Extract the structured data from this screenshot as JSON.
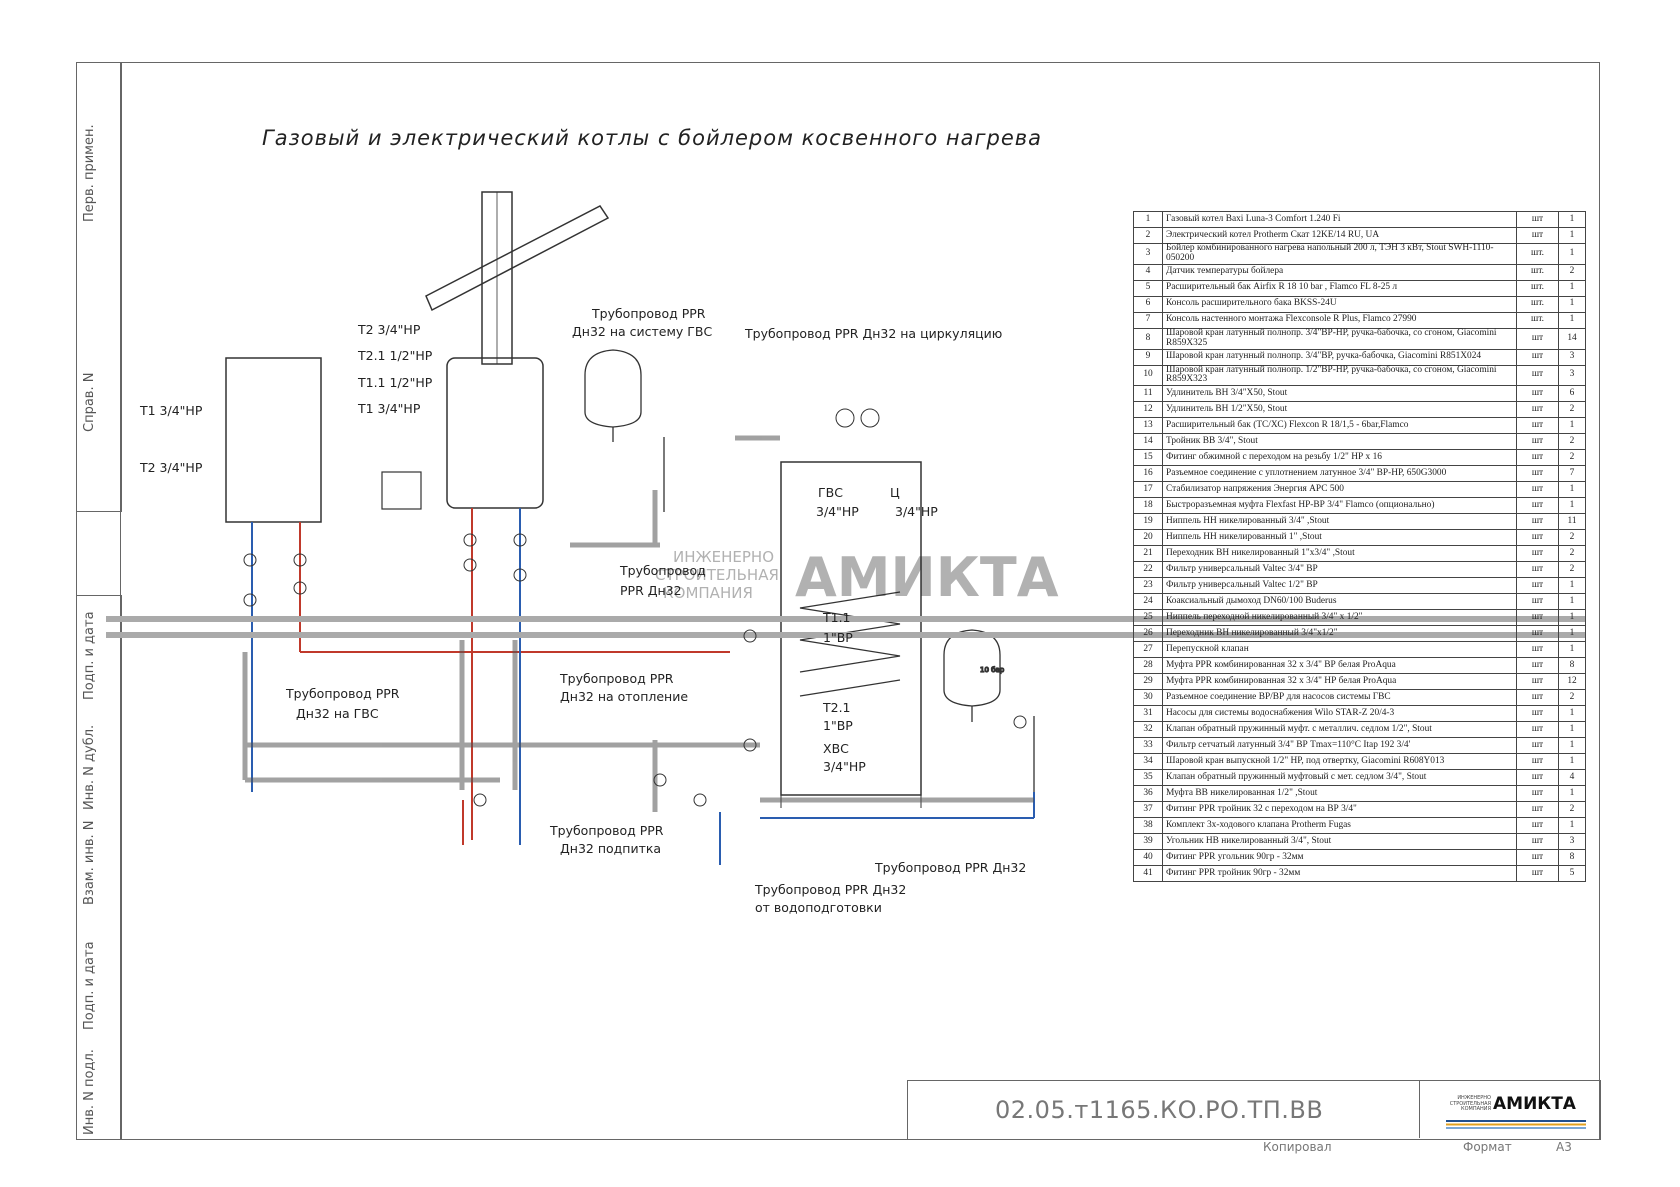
{
  "title": "Газовый и электрический котлы с бойлером косвенного нагрева",
  "side_stamp": [
    "Перв. примен.",
    "Справ. N",
    "Подп. и дата",
    "Инв. N дубл.",
    "Взам. инв. N",
    "Подп. и дата",
    "Инв. N подл."
  ],
  "watermark": {
    "line1": "ИНЖЕНЕРНО",
    "line2": "СТРОИТЕЛЬНАЯ",
    "line3": "КОМПАНИЯ",
    "brand": "АМИКТА"
  },
  "labels": {
    "t2_right": "Т2 3/4\"НР",
    "t21": "Т2.1 1/2\"НР",
    "t11": "Т1.1 1/2\"НР",
    "t1_right": "Т1 3/4\"НР",
    "t1_left": "Т1 3/4\"НР",
    "t2_left": "Т2 3/4\"НР",
    "ppr_gvs_1": "Трубопровод PPR",
    "ppr_gvs_2": "Дн32 на систему ГВС",
    "ppr_circ": "Трубопровод PPR Дн32 на циркуляцию",
    "gvs_1": "ГВС",
    "gvs_2": "3/4\"НР",
    "c_1": "Ц",
    "c_2": "3/4\"НР",
    "ppr_small_1": "Трубопровод",
    "ppr_small_2": "PPR Дн32",
    "t11_boiler_1": "Т1.1",
    "t11_boiler_2": "1\"ВР",
    "t21_boiler_1": "Т2.1",
    "t21_boiler_2": "1\"ВР",
    "xvs_1": "ХВС",
    "xvs_2": "3/4\"НР",
    "ppr_heat_1": "Трубопровод PPR",
    "ppr_heat_2": "Дн32 на отопление",
    "ppr_gvs_left_1": "Трубопровод PPR",
    "ppr_gvs_left_2": "Дн32 на ГВС",
    "ppr_feed_1": "Трубопровод PPR",
    "ppr_feed_2": "Дн32 подпитка",
    "ppr_dn32": "Трубопровод PPR Дн32",
    "ppr_water_1": "Трубопровод PPR Дн32",
    "ppr_water_2": "от водоподготовки",
    "tank_label": "10 бар"
  },
  "spec_rows": [
    {
      "n": "1",
      "d": "Газовый котел Baxi Luna-3 Comfort 1.240 Fi",
      "u": "шт",
      "q": "1"
    },
    {
      "n": "2",
      "d": "Электрический котел Protherm Скат 12KE/14 RU, UA",
      "u": "шт",
      "q": "1"
    },
    {
      "n": "3",
      "d": "Бойлер комбинированного нагрева напольный 200 л, ТЭН 3 кВт, Stout SWH-1110-050200",
      "u": "шт.",
      "q": "1"
    },
    {
      "n": "4",
      "d": "Датчик температуры бойлера",
      "u": "шт.",
      "q": "2"
    },
    {
      "n": "5",
      "d": "Расширительный бак Airfix R 18 10 bar , Flamco FL 8-25 л",
      "u": "шт.",
      "q": "1"
    },
    {
      "n": "6",
      "d": "Консоль расширительного бака BKSS-24U",
      "u": "шт.",
      "q": "1"
    },
    {
      "n": "7",
      "d": "Консоль настенного монтажа Flexconsole R Plus, Flamco 27990",
      "u": "шт.",
      "q": "1"
    },
    {
      "n": "8",
      "d": "Шаровой кран латунный полнопр. 3/4\"ВР-НР, ручка-бабочка, со сгоном, Giacomini R859X325",
      "u": "шт",
      "q": "14"
    },
    {
      "n": "9",
      "d": "Шаровой кран латунный полнопр. 3/4\"ВР, ручка-бабочка, Giacomini R851X024",
      "u": "шт",
      "q": "3"
    },
    {
      "n": "10",
      "d": "Шаровой кран латунный полнопр. 1/2\"ВР-НР, ручка-бабочка, со сгоном, Giacomini R859X323",
      "u": "шт",
      "q": "3"
    },
    {
      "n": "11",
      "d": "Удлинитель ВН 3/4\"Х50, Stout",
      "u": "шт",
      "q": "6"
    },
    {
      "n": "12",
      "d": "Удлинитель ВН 1/2\"Х50, Stout",
      "u": "шт",
      "q": "2"
    },
    {
      "n": "13",
      "d": "Расширительный бак (ТС/ХС) Flexcon R 18/1,5 - 6bar,Flamco",
      "u": "шт",
      "q": "1"
    },
    {
      "n": "14",
      "d": "Тройник ВВ 3/4\", Stout",
      "u": "шт",
      "q": "2"
    },
    {
      "n": "15",
      "d": "Фитинг обжимной с переходом на резьбу 1/2\" НР х 16",
      "u": "шт",
      "q": "2"
    },
    {
      "n": "16",
      "d": "Разъемное соединение с уплотнением латунное 3/4\" ВР-НР, 650G3000",
      "u": "шт",
      "q": "7"
    },
    {
      "n": "17",
      "d": "Стабилизатор напряжения Энергия АРС 500",
      "u": "шт",
      "q": "1"
    },
    {
      "n": "18",
      "d": "Быстроразъемная муфта Flexfast НР-ВР 3/4\" Flamco (опционально)",
      "u": "шт",
      "q": "1"
    },
    {
      "n": "19",
      "d": "Ниппель НН никелированный 3/4\" ,Stout",
      "u": "шт",
      "q": "11"
    },
    {
      "n": "20",
      "d": "Ниппель НН никелированный 1\" ,Stout",
      "u": "шт",
      "q": "2"
    },
    {
      "n": "21",
      "d": "Переходник ВН никелированный 1\"х3/4\" ,Stout",
      "u": "шт",
      "q": "2"
    },
    {
      "n": "22",
      "d": "Фильтр универсальный Valtec 3/4\" ВР",
      "u": "шт",
      "q": "2"
    },
    {
      "n": "23",
      "d": "Фильтр универсальный Valtec 1/2\" ВР",
      "u": "шт",
      "q": "1"
    },
    {
      "n": "24",
      "d": "Коаксиальный дымоход DN60/100 Buderus",
      "u": "шт",
      "q": "1"
    },
    {
      "n": "25",
      "d": "Ниппель переходной никелированный 3/4\" х 1/2\"",
      "u": "шт",
      "q": "1"
    },
    {
      "n": "26",
      "d": "Переходник ВН никелированный 3/4\"х1/2\"",
      "u": "шт",
      "q": "1"
    },
    {
      "n": "27",
      "d": "Перепускной клапан",
      "u": "шт",
      "q": "1"
    },
    {
      "n": "28",
      "d": "Муфта PPR комбинированная 32 х 3/4\" ВР белая ProAqua",
      "u": "шт",
      "q": "8"
    },
    {
      "n": "29",
      "d": "Муфта PPR комбинированная 32 х 3/4\" НР белая ProAqua",
      "u": "шт",
      "q": "12"
    },
    {
      "n": "30",
      "d": "Разъемное соединение ВР/ВР для насосов системы ГВС",
      "u": "шт",
      "q": "2"
    },
    {
      "n": "31",
      "d": "Насосы для системы водоснабжения Wilo STAR-Z 20/4-3",
      "u": "шт",
      "q": "1"
    },
    {
      "n": "32",
      "d": "Клапан обратный пружинный муфт. с металлич. седлом 1/2\", Stout",
      "u": "шт",
      "q": "1"
    },
    {
      "n": "33",
      "d": "Фильтр сетчатый латунный 3/4\" ВР Tmax=110°C Itap 192 3/4'",
      "u": "шт",
      "q": "1"
    },
    {
      "n": "34",
      "d": "Шаровой кран выпускной 1/2\" НР, под отвертку, Giacomini R608Y013",
      "u": "шт",
      "q": "1"
    },
    {
      "n": "35",
      "d": "Клапан обратный пружинный муфтовый с мет. седлом 3/4\", Stout",
      "u": "шт",
      "q": "4"
    },
    {
      "n": "36",
      "d": "Муфта ВВ никелированная 1/2\" ,Stout",
      "u": "шт",
      "q": "1"
    },
    {
      "n": "37",
      "d": "Фитинг PPR тройник 32 с переходом на ВР 3/4\"",
      "u": "шт",
      "q": "2"
    },
    {
      "n": "38",
      "d": "Комплект 3х-ходового клапана Protherm Fugas",
      "u": "шт",
      "q": "1"
    },
    {
      "n": "39",
      "d": "Угольник НВ никелированный 3/4\", Stout",
      "u": "шт",
      "q": "3"
    },
    {
      "n": "40",
      "d": "Фитинг PPR угольник 90гр - 32мм",
      "u": "шт",
      "q": "8"
    },
    {
      "n": "41",
      "d": "Фитинг PPR тройник 90гр - 32мм",
      "u": "шт",
      "q": "5"
    }
  ],
  "stamp": {
    "code": "02.05.т1165.КО.РО.ТП.ВВ",
    "logo_sub": "ИНЖЕНЕРНО СТРОИТЕЛЬНАЯ КОМПАНИЯ",
    "logo": "АМИКТА",
    "copied": "Копировал",
    "format": "Формат",
    "format_value": "А3"
  }
}
